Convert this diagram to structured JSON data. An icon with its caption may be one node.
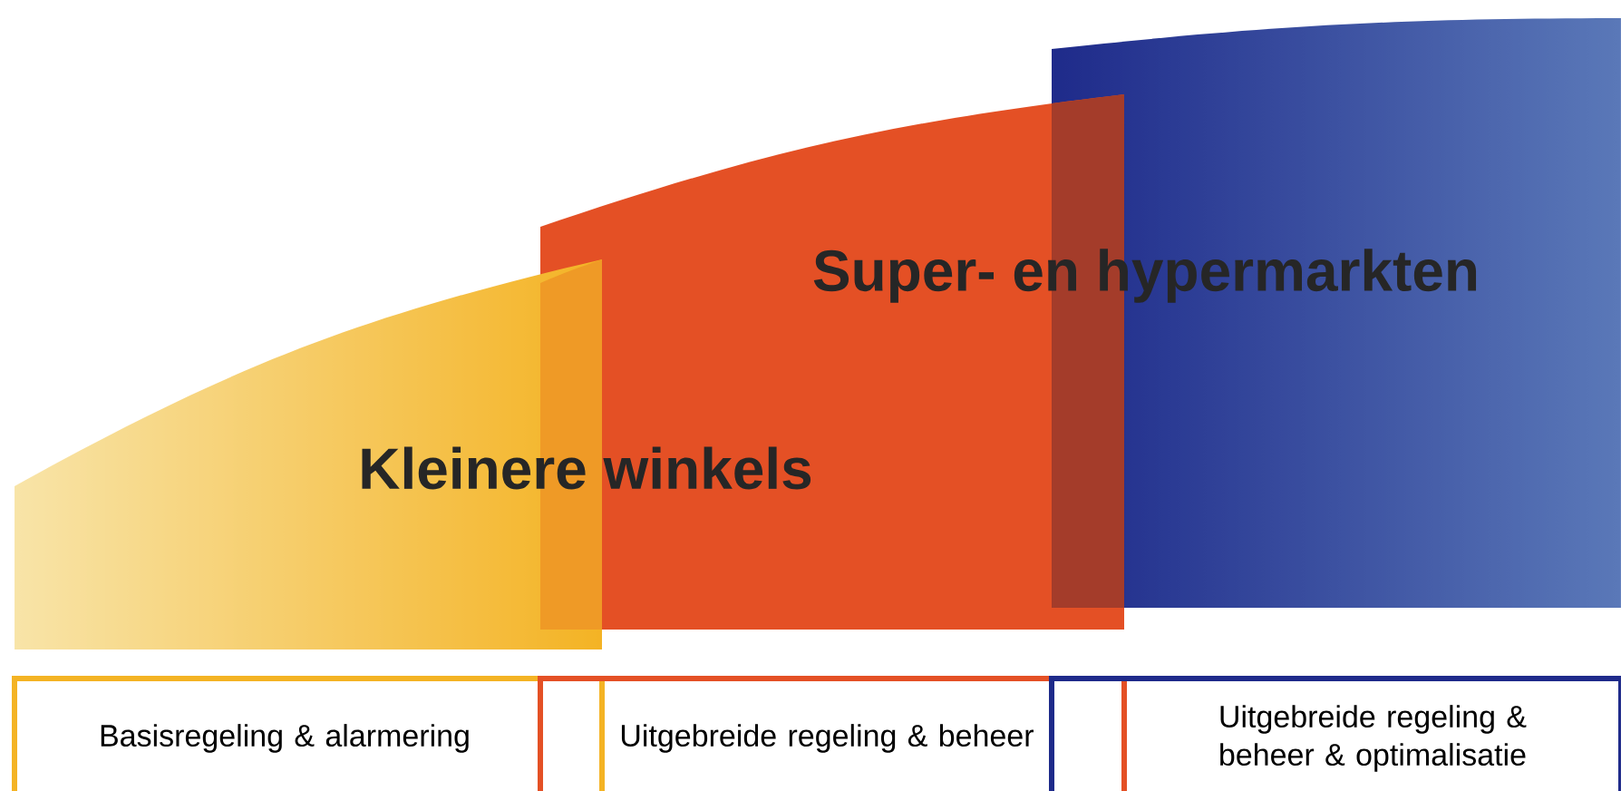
{
  "diagram": {
    "nodes": [
      {
        "text": [
          "Basisregeling & alarmering"
        ]
      },
      {
        "text": [
          "Uitgebreide regeling & beheer"
        ]
      },
      {
        "text": [
          "Uitgebreide regeling & beheer & optimalisatie"
        ]
      }
    ],
    "labels": [
      "Kleinere winkels",
      "Super- en hypermarkten"
    ]
  }
}
